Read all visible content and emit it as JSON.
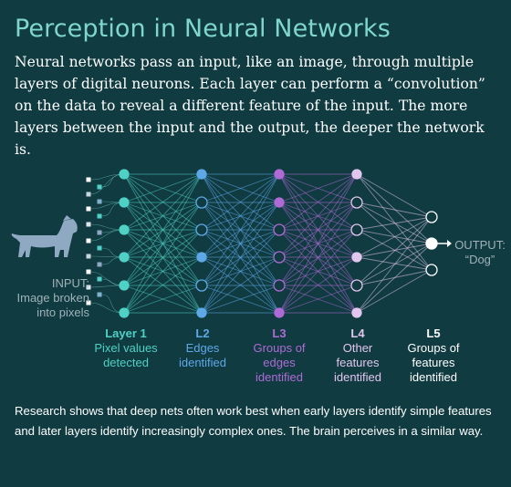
{
  "title": "Perception in Neural Networks",
  "intro": "Neural networks pass an input, like an image, through multiple layers of digital neurons. Each layer can perform a “convolution” on the data to reveal a different feature of the input. The more layers between the input and the output, the deeper the network is.",
  "input_label": {
    "heading": "INPUT:",
    "desc": "Image broken into pixels"
  },
  "output_label": {
    "heading": "OUTPUT:",
    "desc": "“Dog”"
  },
  "layers": [
    {
      "name": "Layer 1",
      "desc": "Pixel values detected",
      "color": "#4fd1c5",
      "nodes": 6
    },
    {
      "name": "L2",
      "desc": "Edges identified",
      "color": "#5fa8e8",
      "nodes": 6
    },
    {
      "name": "L3",
      "desc": "Groups of edges identified",
      "color": "#b06ad6",
      "nodes": 6
    },
    {
      "name": "L4",
      "desc": "Other features identified",
      "color": "#e2c6ee",
      "nodes": 6
    },
    {
      "name": "L5",
      "desc": "Groups of features identified",
      "color": "#ffffff",
      "nodes": 3
    }
  ],
  "footer": "Research shows that deep nets often work best when early layers identify simple features and later layers identify increasingly complex ones. The brain perceives in a similar way.",
  "colors": {
    "background": "#0f3b41",
    "title": "#7fd6cc",
    "dog": "#8fa9c2",
    "input_label": "#9fb3b8"
  },
  "icons": {
    "dog": "dog-silhouette-icon",
    "arrow": "arrow-right-icon"
  }
}
